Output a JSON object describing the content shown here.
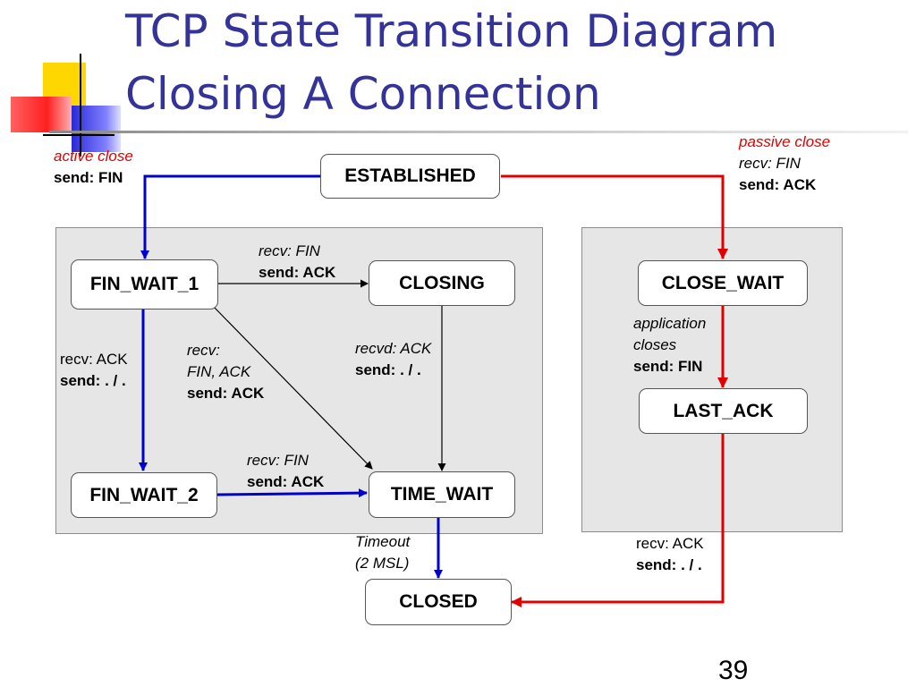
{
  "slide": {
    "title_line1": "TCP State Transition Diagram",
    "title_line2": "Closing A Connection",
    "page_number": "39"
  },
  "colors": {
    "title": "#333399",
    "active_path": "#0000cc",
    "passive_path": "#e00000",
    "panel": "#e6e6e6"
  },
  "states": {
    "established": "ESTABLISHED",
    "fin_wait_1": "FIN_WAIT_1",
    "closing": "CLOSING",
    "fin_wait_2": "FIN_WAIT_2",
    "time_wait": "TIME_WAIT",
    "close_wait": "CLOSE_WAIT",
    "last_ack": "LAST_ACK",
    "closed": "CLOSED"
  },
  "labels": {
    "active_close": {
      "line1": "active close",
      "line2": "send: FIN"
    },
    "passive_close": {
      "line1": "passive close",
      "line2": "recv: FIN",
      "line3": "send: ACK"
    },
    "fw1_to_closing": {
      "line1": "recv: FIN",
      "line2": "send: ACK"
    },
    "fw1_to_fw2": {
      "line1": "recv: ACK",
      "line2_bold": "send:",
      "line2_rest": " . / ."
    },
    "fw1_to_timewait": {
      "line1": "recv:",
      "line2": "FIN, ACK",
      "line3": "send: ACK"
    },
    "closing_to_timewait": {
      "line1": "recvd: ACK",
      "line2_bold": "send:",
      "line2_rest": " . / ."
    },
    "fw2_to_timewait": {
      "line1": "recv: FIN",
      "line2": "send: ACK"
    },
    "timewait_to_closed": {
      "line1": "Timeout",
      "line2": "(2 MSL)"
    },
    "closewait_to_lastack": {
      "line1": "application",
      "line2": "closes",
      "line3": "send: FIN"
    },
    "lastack_to_closed": {
      "line1": "recv: ACK",
      "line2_bold": "send:",
      "line2_rest": " . / ."
    }
  }
}
